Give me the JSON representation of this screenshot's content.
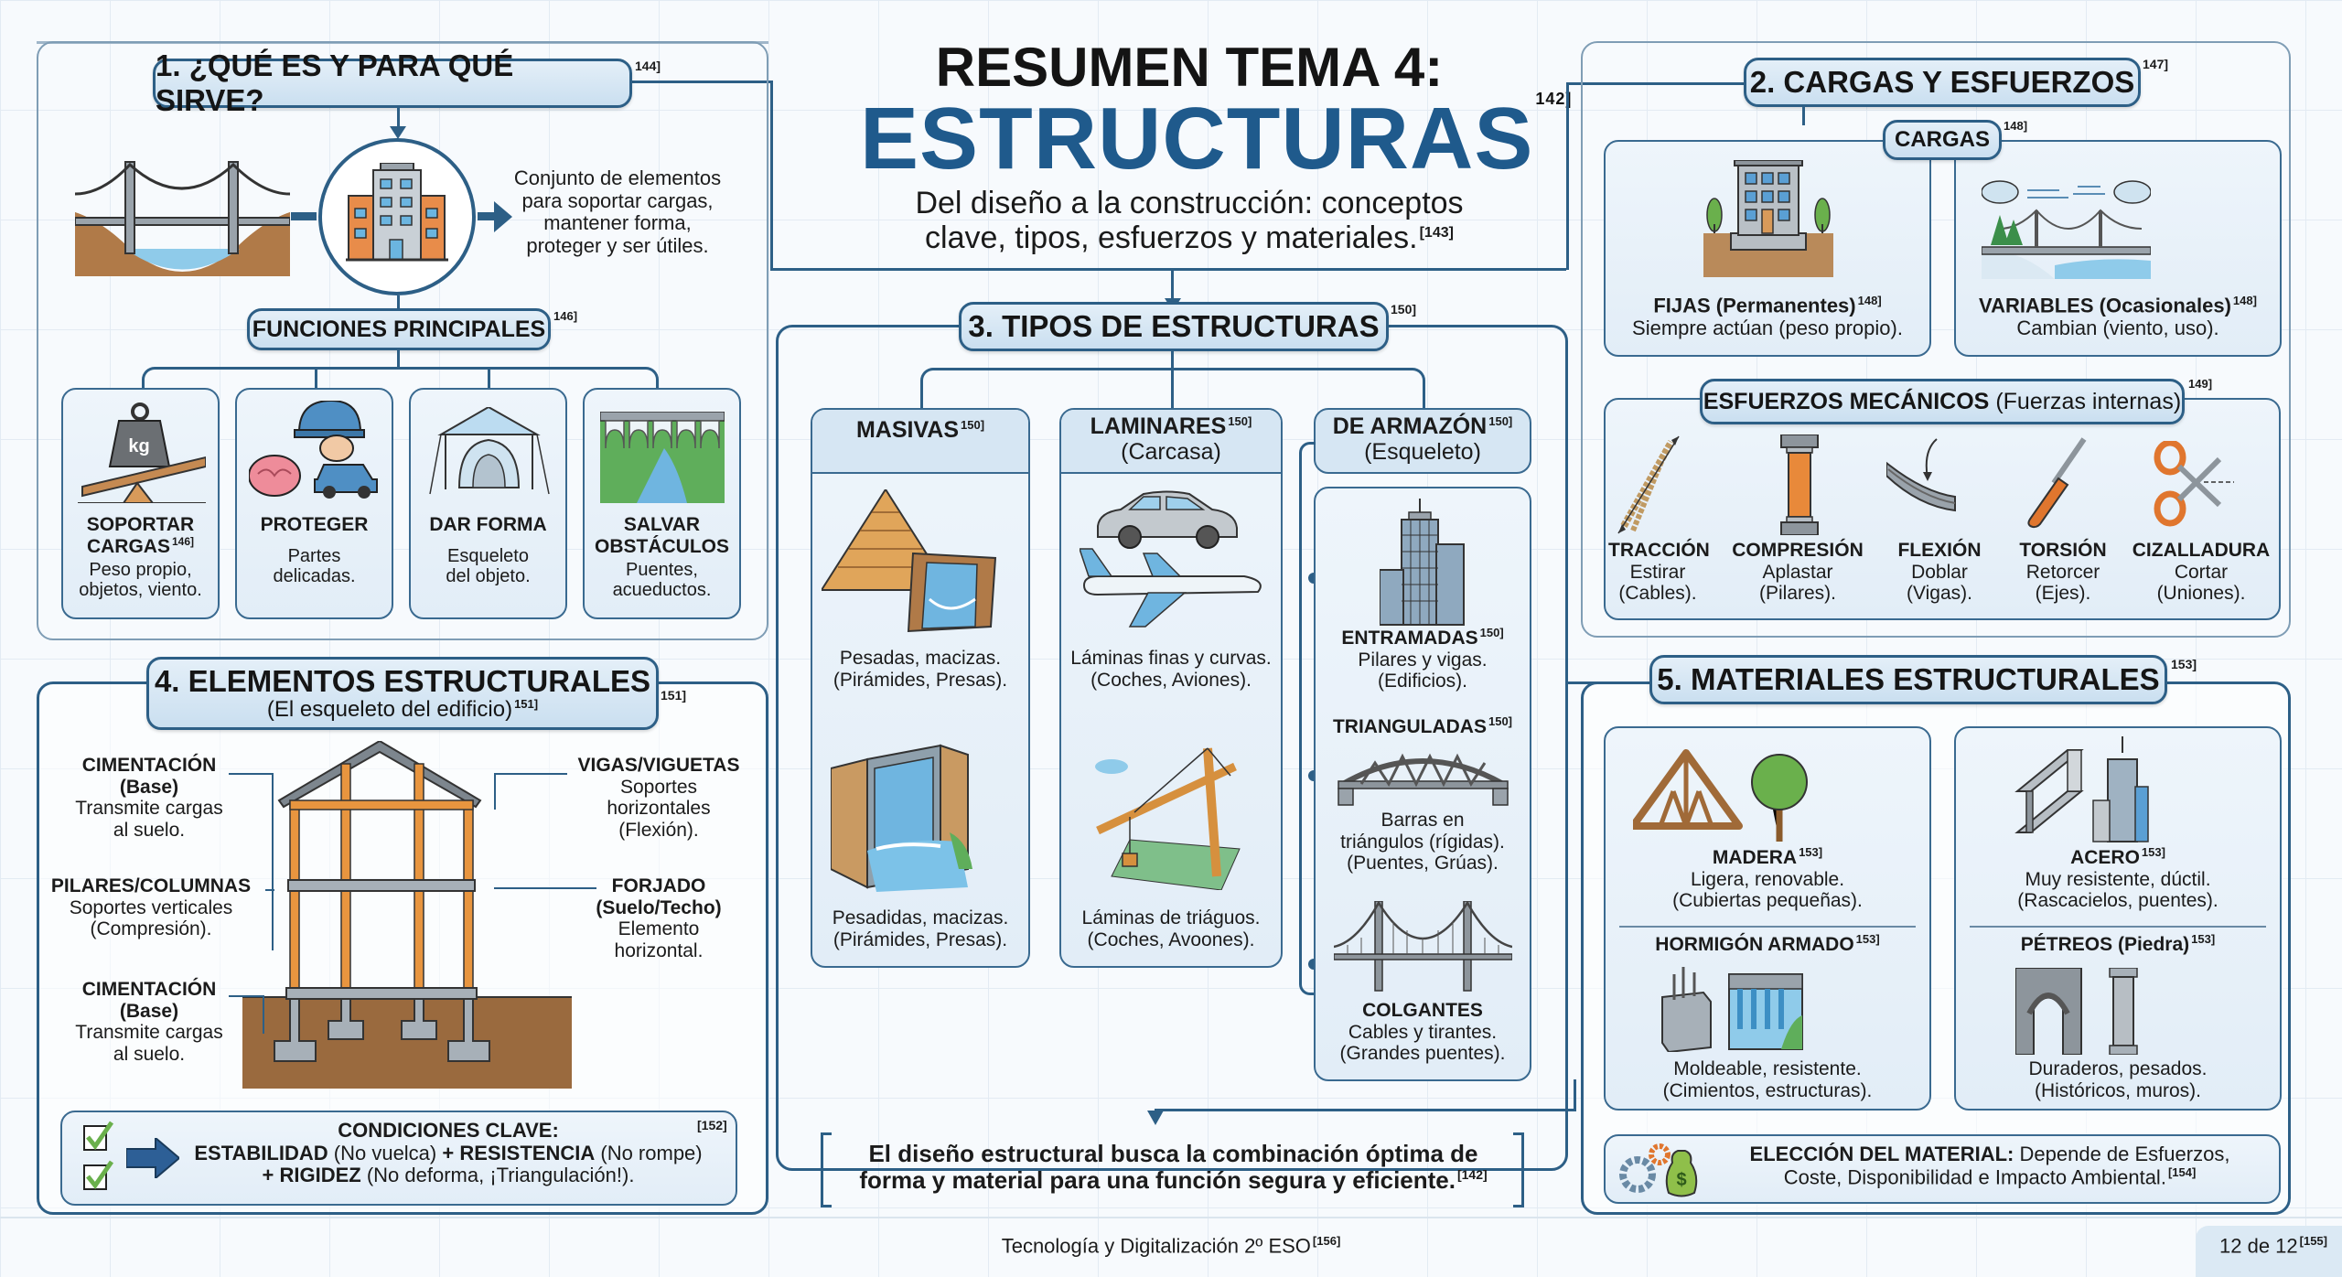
{
  "header": {
    "title_line1": "RESUMEN TEMA 4:",
    "title_line2": "ESTRUCTURAS",
    "title_ref": "142]",
    "subtitle_line1": "Del diseño a la construcción: conceptos",
    "subtitle_line2": "clave, tipos, esfuerzos y materiales.",
    "subtitle_ref": "[143]"
  },
  "section1": {
    "title": "1. ¿QUÉ ES Y PARA QUÉ SIRVE?",
    "ref": "144]",
    "definition": [
      "Conjunto de elementos",
      "para soportar cargas,",
      "mantener forma,",
      "proteger y ser útiles."
    ],
    "functions_title": "FUNCIONES PRINCIPALES",
    "functions_ref": "146]",
    "functions": [
      {
        "title1": "SOPORTAR",
        "title2": "CARGAS",
        "ref": "146]",
        "desc1": "Peso propio,",
        "desc2": "objetos, viento.",
        "icon": "weight-seesaw-icon"
      },
      {
        "title1": "PROTEGER",
        "title2": "",
        "ref": "",
        "desc1": "Partes",
        "desc2": "delicadas.",
        "icon": "helmet-brain-car-icon"
      },
      {
        "title1": "DAR FORMA",
        "title2": "",
        "ref": "",
        "desc1": "Esqueleto",
        "desc2": "del objeto.",
        "icon": "tent-icon"
      },
      {
        "title1": "SALVAR",
        "title2": "OBSTÁCULOS",
        "ref": "",
        "desc1": "Puentes,",
        "desc2": "acueductos.",
        "icon": "aqueduct-icon"
      }
    ]
  },
  "section2": {
    "title": "2. CARGAS Y ESFUERZOS",
    "ref": "147]",
    "loads_title": "CARGAS",
    "loads_ref": "148]",
    "loads": [
      {
        "title": "FIJAS (Permanentes)",
        "ref": "148]",
        "desc": "Siempre actúan (peso propio).",
        "icon": "building-icon"
      },
      {
        "title": "VARIABLES (Ocasionales)",
        "ref": "148]",
        "desc": "Cambian (viento, uso).",
        "icon": "bridge-weather-icon"
      }
    ],
    "stresses_title_bold": "ESFUERZOS MECÁNICOS",
    "stresses_title_normal": "(Fuerzas internas)",
    "stresses_ref": "149]",
    "stresses": [
      {
        "title": "TRACCIÓN",
        "desc1": "Estirar",
        "desc2": "(Cables).",
        "icon": "rope-tension-icon"
      },
      {
        "title": "COMPRESIÓN",
        "desc1": "Aplastar",
        "desc2": "(Pilares).",
        "icon": "pillar-icon"
      },
      {
        "title": "FLEXIÓN",
        "desc1": "Doblar",
        "desc2": "(Vigas).",
        "icon": "bent-beam-icon"
      },
      {
        "title": "TORSIÓN",
        "desc1": "Retorcer",
        "desc2": "(Ejes).",
        "icon": "screwdriver-icon"
      },
      {
        "title": "CIZALLADURA",
        "desc1": "Cortar",
        "desc2": "(Uniones).",
        "icon": "scissors-icon"
      }
    ]
  },
  "section3": {
    "title": "3. TIPOS DE ESTRUCTURAS",
    "ref": "150]",
    "masivas": {
      "title": "MASIVAS",
      "ref": "150]",
      "items": [
        {
          "desc1": "Pesadas, macizas.",
          "desc2": "(Pirámides, Presas).",
          "icon": "pyramid-dam-icon"
        },
        {
          "desc1": "Pesadidas, macizas.",
          "desc2": "(Pirámides, Presas).",
          "icon": "dam-icon"
        }
      ]
    },
    "laminares": {
      "title": "LAMINARES",
      "ref": "150]",
      "subtitle": "(Carcasa)",
      "items": [
        {
          "desc1": "Láminas finas y curvas.",
          "desc2": "(Coches, Aviones).",
          "icon": "car-plane-icon"
        },
        {
          "desc1": "Láminas de triáguos.",
          "desc2": "(Coches, Avoones).",
          "icon": "crane-icon"
        }
      ]
    },
    "armazon": {
      "title": "DE ARMAZÓN",
      "ref": "150]",
      "subtitle": "(Esqueleto)",
      "items": [
        {
          "title": "ENTRAMADAS",
          "ref": "150]",
          "desc1": "Pilares y vigas.",
          "desc2": "(Edificios).",
          "desc3": "",
          "icon": "skyscraper-icon"
        },
        {
          "title": "TRIANGULADAS",
          "ref": "150]",
          "desc1": "Barras en",
          "desc2": "triángulos (rígidas).",
          "desc3": "(Puentes, Grúas).",
          "icon": "truss-bridge-icon"
        },
        {
          "title": "COLGANTES",
          "ref": "",
          "desc1": "Cables y tirantes.",
          "desc2": "(Grandes puentes).",
          "desc3": "",
          "icon": "suspension-bridge-icon"
        }
      ]
    }
  },
  "section4": {
    "title": "4. ELEMENTOS ESTRUCTURALES",
    "subtitle": "(El esqueleto del edificio)",
    "subtitle_ref": "151]",
    "ref": "151]",
    "labels_left": [
      {
        "title": "CIMENTACIÓN",
        "sub": "(Base)",
        "desc1": "Transmite cargas",
        "desc2": "al suelo."
      },
      {
        "title": "PILARES/COLUMNAS",
        "sub": "",
        "desc1": "Soportes verticales",
        "desc2": "(Compresión)."
      },
      {
        "title": "CIMENTACIÓN",
        "sub": "(Base)",
        "desc1": "Transmite cargas",
        "desc2": "al suelo."
      }
    ],
    "labels_right": [
      {
        "title": "VIGAS/VIGUETAS",
        "sub": "",
        "desc1": "Soportes",
        "desc2": "horizontales",
        "desc3": "(Flexión)."
      },
      {
        "title": "FORJADO",
        "sub": "(Suelo/Techo)",
        "desc1": "Elemento",
        "desc2": "horizontal.",
        "desc3": ""
      }
    ],
    "conditions": {
      "title": "CONDICIONES CLAVE:",
      "ref": "[152]",
      "c1_bold": "ESTABILIDAD",
      "c1": "(No vuelca)",
      "c2_bold": "+ RESISTENCIA",
      "c2": "(No rompe)",
      "c3_bold": "+ RIGIDEZ",
      "c3": "(No deforma, ¡Triangulación!)."
    }
  },
  "section5": {
    "title": "5. MATERIALES ESTRUCTURALES",
    "ref": "153]",
    "materials": [
      {
        "title": "MADERA",
        "ref": "153]",
        "desc1": "Ligera, renovable.",
        "desc2": "(Cubiertas pequeñas).",
        "icon": "wood-truss-tree-icon"
      },
      {
        "title": "ACERO",
        "ref": "153]",
        "desc1": "Muy resistente, dúctil.",
        "desc2": "(Rascacielos, puentes).",
        "icon": "steel-beam-icon"
      },
      {
        "title": "HORMIGÓN ARMADO",
        "ref": "153]",
        "desc1": "Moldeable, resistente.",
        "desc2": "(Cimientos, estructuras).",
        "icon": "concrete-dam-icon"
      },
      {
        "title": "PÉTREOS (Piedra)",
        "ref": "153]",
        "desc1": "Duraderos, pesados.",
        "desc2": "(Históricos, muros).",
        "icon": "stone-arch-icon"
      }
    ],
    "choice_bold": "ELECCIÓN DEL MATERIAL:",
    "choice_text1": "Depende de Esfuerzos,",
    "choice_text2": "Coste, Disponibilidad e Impacto Ambiental.",
    "choice_ref": "[154]"
  },
  "conclusion": {
    "line1": "El diseño estructural busca la combinación óptima de",
    "line2": "forma y material para una función segura y eficiente.",
    "ref": "[142]"
  },
  "footer": {
    "course": "Tecnología y Digitalización 2º ESO",
    "course_ref": "[156]",
    "page": "12 de 12",
    "page_ref": "[155]"
  },
  "colors": {
    "accent": "#2d5f86",
    "title_blue": "#1f5a8c",
    "pill_bg": "#cadff0",
    "card_bg": "#e6f0f8",
    "orange": "#e8893a"
  }
}
